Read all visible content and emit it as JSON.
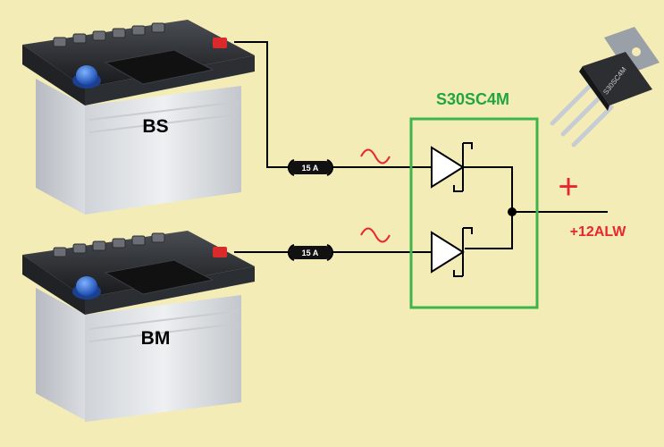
{
  "diagram": {
    "batteries": [
      {
        "id": "bs",
        "label": "BS"
      },
      {
        "id": "bm",
        "label": "BM"
      }
    ],
    "fuses": [
      {
        "rating": "15 A"
      },
      {
        "rating": "15 A"
      }
    ],
    "module": {
      "part_number": "S30SC4M",
      "package_marking": "S30SC4M",
      "border_color": "#3db54a",
      "label_color": "#23a443"
    },
    "output": {
      "polarity_symbol": "+",
      "label": "+12ALW",
      "color": "#e8262e"
    },
    "ac_symbol_color": "#e8262e"
  }
}
